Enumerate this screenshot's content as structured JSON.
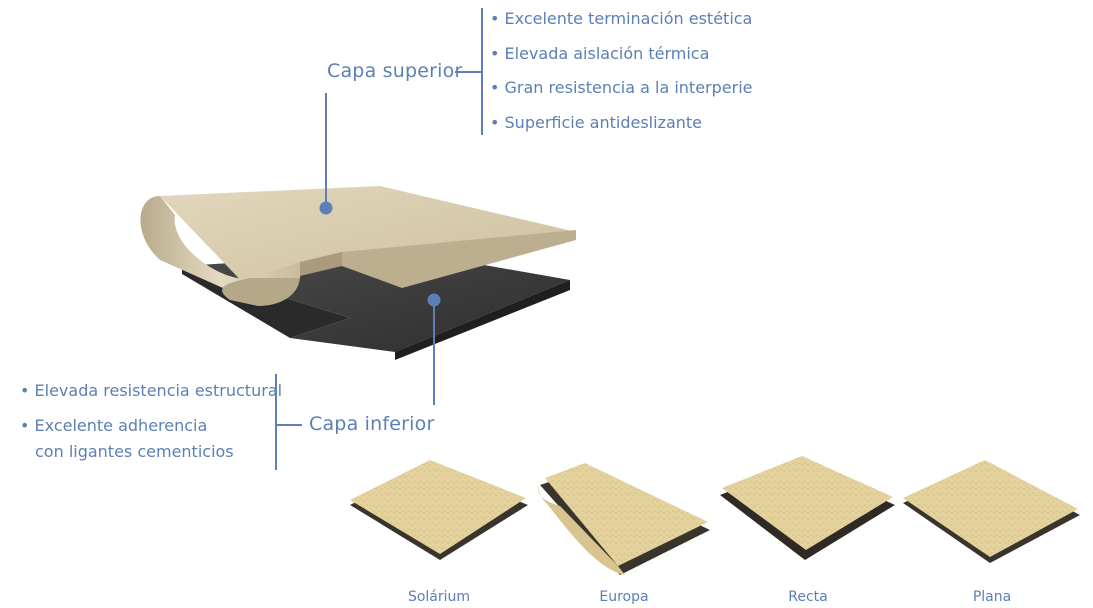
{
  "top_layer": {
    "label": "Capa superior",
    "bullets": [
      "• Excelente terminación estética",
      "• Elevada aislación térmica",
      "• Gran resistencia a la interperie",
      "• Superficie antideslizante"
    ]
  },
  "bottom_layer": {
    "label": "Capa inferior",
    "bullets": [
      "• Elevada resistencia estructural",
      "•  Excelente adherencia",
      "con ligantes cementicios"
    ]
  },
  "products": [
    {
      "name": "Solárium"
    },
    {
      "name": "Europa"
    },
    {
      "name": "Recta"
    },
    {
      "name": "Plana"
    }
  ],
  "colors": {
    "accent": "#5b7fb6",
    "tile_top": "#d8cbac",
    "tile_base": "#3c3c3c",
    "sample_face": "#e3d09a"
  }
}
